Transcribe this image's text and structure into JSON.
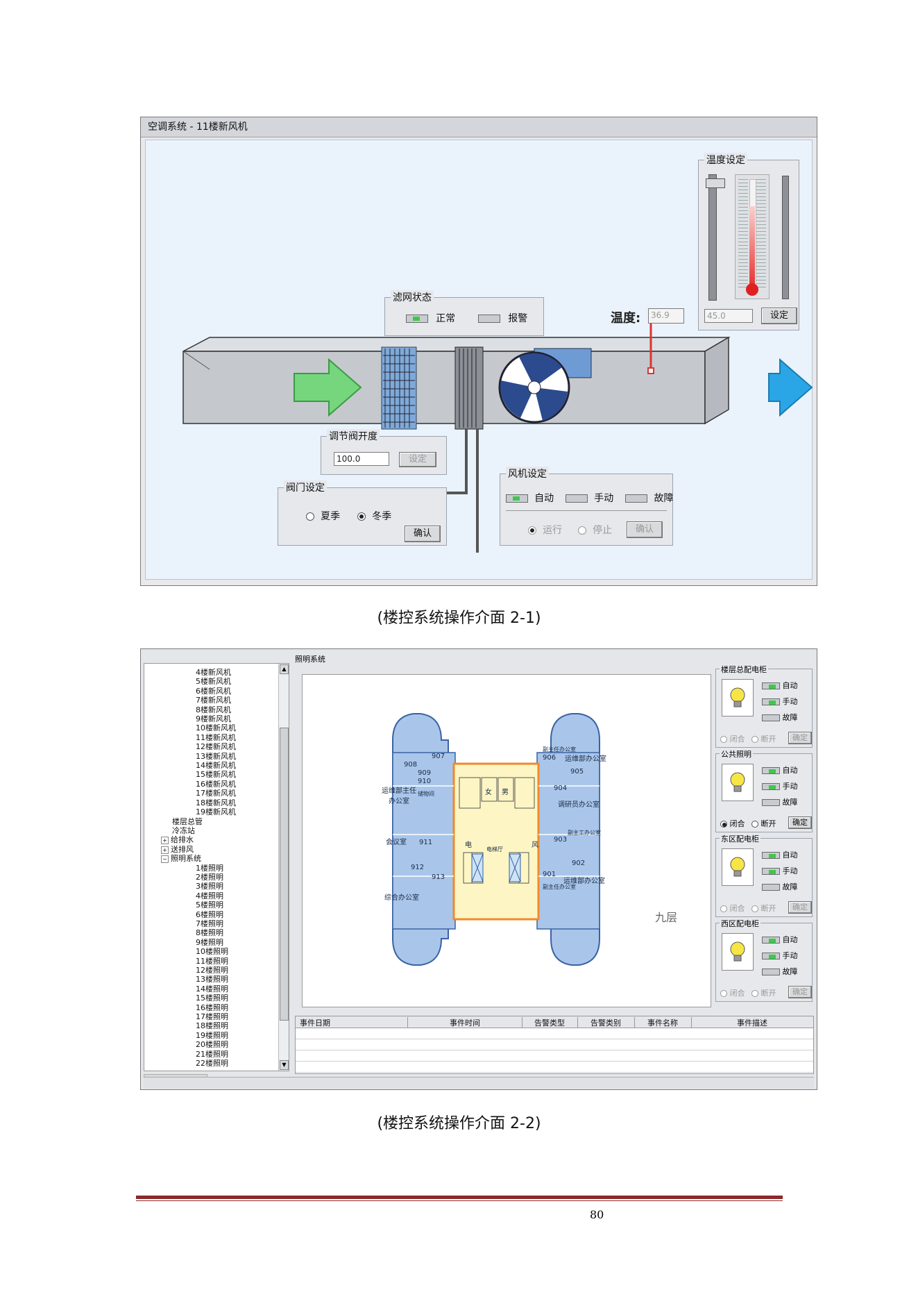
{
  "screen1": {
    "title": "空调系统 - 11楼新风机",
    "filter_group": {
      "legend": "滤网状态",
      "normal": "正常",
      "alarm": "报警"
    },
    "temp_readout": {
      "label": "温度:",
      "value": "36.9"
    },
    "temp_set_group": {
      "legend": "温度设定",
      "input": "45.0",
      "button": "设定",
      "level": 0.75
    },
    "valve_open_group": {
      "legend": "调节阀开度",
      "input": "100.0",
      "button": "设定"
    },
    "valve_set_group": {
      "legend": "阀门设定",
      "summer": "夏季",
      "winter": "冬季",
      "selected": "winter",
      "button": "确认"
    },
    "fan_group": {
      "legend": "风机设定",
      "auto": "自动",
      "manual": "手动",
      "fault": "故障",
      "run": "运行",
      "stop": "停止",
      "button": "确认"
    }
  },
  "caption1": "(楼控系统操作介面 2-1)",
  "screen2": {
    "title": "照明系统",
    "tree_items": [
      "4楼新风机",
      "5楼新风机",
      "6楼新风机",
      "7楼新风机",
      "8楼新风机",
      "9楼新风机",
      "10楼新风机",
      "11楼新风机",
      "12楼新风机",
      "13楼新风机",
      "14楼新风机",
      "15楼新风机",
      "16楼新风机",
      "17楼新风机",
      "18楼新风机",
      "19楼新风机"
    ],
    "tree_top": [
      "楼层总管",
      "冷冻站",
      "给排水",
      "送排风",
      "照明系统"
    ],
    "tree_lighting": [
      "1楼照明",
      "2楼照明",
      "3楼照明",
      "4楼照明",
      "5楼照明",
      "6楼照明",
      "7楼照明",
      "8楼照明",
      "9楼照明",
      "10楼照明",
      "11楼照明",
      "12楼照明",
      "13楼照明",
      "14楼照明",
      "15楼照明",
      "16楼照明",
      "17楼照明",
      "18楼照明",
      "19楼照明",
      "20楼照明",
      "21楼照明",
      "22楼照明"
    ],
    "floor_label": "九层",
    "rooms": {
      "r907": "907",
      "r908": "908",
      "r909": "909",
      "r910": "910",
      "r906": "906",
      "r905": "905",
      "r904": "904",
      "r903": "903",
      "r902": "902",
      "r901": "901",
      "r911": "911",
      "r912": "912",
      "r913": "913",
      "vice_office_top": "副主任办公室",
      "ops_office_top": "运维部办公室",
      "ops_director": "运维部主任\n办公室",
      "research_office": "调研员办公室",
      "meeting": "会议室",
      "vice_work": "副主工办公室",
      "general_office": "综合办公室",
      "ops_office_bottom": "运维部办公室",
      "vice_office_bottom": "副主任办公室",
      "female": "女",
      "male": "男",
      "elevator_hall": "电梯厅",
      "electric": "电",
      "wind": "风",
      "storage": "储物间"
    },
    "panels": [
      {
        "legend": "楼层总配电柜",
        "auto": "自动",
        "manual": "手动",
        "fault": "故障",
        "close": "闭合",
        "open": "断开",
        "button": "确定",
        "enabled": false
      },
      {
        "legend": "公共照明",
        "auto": "自动",
        "manual": "手动",
        "fault": "故障",
        "close": "闭合",
        "open": "断开",
        "button": "确定",
        "enabled": true
      },
      {
        "legend": "东区配电柜",
        "auto": "自动",
        "manual": "手动",
        "fault": "故障",
        "close": "闭合",
        "open": "断开",
        "button": "确定",
        "enabled": false
      },
      {
        "legend": "西区配电柜",
        "auto": "自动",
        "manual": "手动",
        "fault": "故障",
        "close": "闭合",
        "open": "断开",
        "button": "确定",
        "enabled": false
      }
    ],
    "table_headers": [
      "事件日期",
      "事件时间",
      "告警类型",
      "告警类别",
      "事件名称",
      "事件描述"
    ]
  },
  "caption2": "(楼控系统操作介面 2-2)",
  "page_number": "80",
  "colors": {
    "accent_blue": "#2f5b9a",
    "room_blue": "#a9c6ea",
    "core_yellow": "#fdf6c4",
    "footer_rule": "#8b2a2a"
  }
}
